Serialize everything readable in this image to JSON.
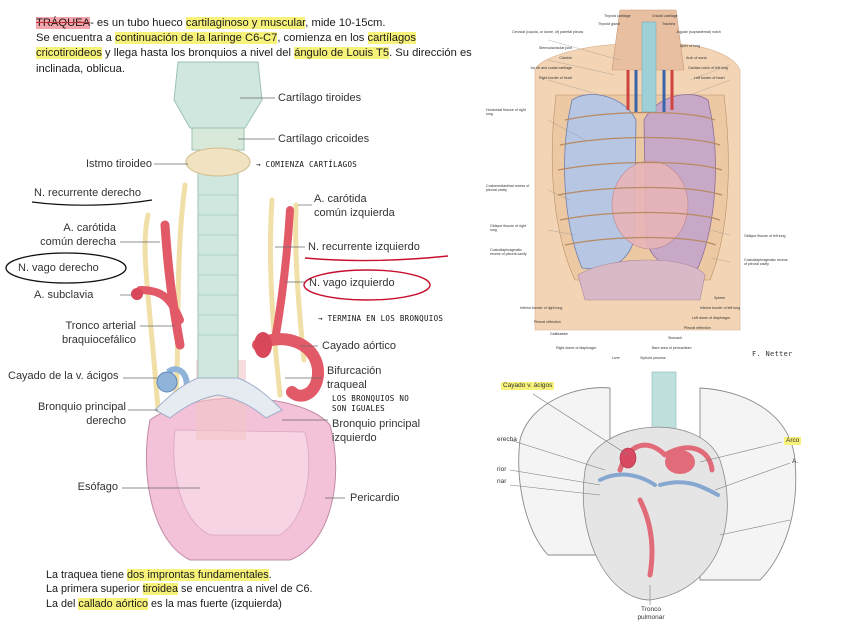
{
  "intro": {
    "term": "TRÁQUEA",
    "t1": "- es un tubo hueco ",
    "h1": "cartilaginoso y muscular",
    "t2": ", mide 10-15cm.",
    "t3": "Se encuentra a ",
    "h2": "continuación de la laringe C6-C7",
    "t4": ", comienza en los ",
    "h3": "cartílagos cricotiroideos",
    "t5": " y llega hasta los bronquios a nivel del ",
    "h4": "ángulo de Louis T5",
    "t6": ". Su dirección es inclinada, oblicua."
  },
  "labels": {
    "cartilago_tiroides": "Cartílago tiroides",
    "cartilago_cricoides": "Cartílago cricoides",
    "istmo_tiroideo": "Istmo tiroideo",
    "n_recurrente_derecho": "N. recurrente derecho",
    "carotida_derecha_1": "A. carótida",
    "carotida_derecha_2": "común derecha",
    "n_vago_derecho": "N. vago derecho",
    "a_subclavia": "A. subclavia",
    "tronco_arterial_1": "Tronco arterial",
    "tronco_arterial_2": "braquiocefálico",
    "cayado_vena_acigos": "Cayado de la v. ácigos",
    "bronquio_derecho_1": "Bronquio principal",
    "bronquio_derecho_2": "derecho",
    "esofago": "Esófago",
    "carotida_izquierda_1": "A. carótida",
    "carotida_izquierda_2": "común izquierda",
    "n_recurrente_izquierdo": "N. recurrente izquierdo",
    "n_vago_izquierdo": "N. vago izquierdo",
    "cayado_aortico": "Cayado aórtico",
    "bifurcacion_1": "Bifurcación",
    "bifurcacion_2": "traqueal",
    "bronquio_izquierdo_1": "Bronquio principal",
    "bronquio_izquierdo_2": "izquierdo",
    "pericardio": "Pericardio"
  },
  "handwritten": {
    "comienza": "→ COMIENZA CARTÍLAGOS",
    "termina": "→ TERMINA EN LOS BRONQUIOS",
    "bronquios_1": "LOS BRONQUIOS NO",
    "bronquios_2": "SON IGUALES",
    "signature": "F. Netter"
  },
  "outro": {
    "l1a": "La traquea tiene ",
    "l1h": "dos improntas fundamentales",
    "l1b": ".",
    "l2a": "La primera superior ",
    "l2h": "tiroidea",
    "l2b": " se encuentra a nivel de C6.",
    "l3a": "La del ",
    "l3h": "callado aórtico",
    "l3b": " es la mas fuerte (izquierda)"
  },
  "netter": {
    "top": [
      "Thyroid cartilage",
      "Cricoid cartilage",
      "Thyroid gland",
      "Trachea",
      "Jugular (suprasternal) notch",
      "Apex of lung",
      "Arch of aorta",
      "Cardiac notch of left lung",
      "Left border of heart"
    ],
    "left_upper": [
      "Cervical (cupula, or dome, of) parietal pleura",
      "Sternoclavicular joint",
      "Clavicle",
      "1st rib and costal cartilage",
      "Right border of heart"
    ],
    "left_mid": [
      "Horizontal fissure of right lung",
      "Costomediastinal recess of pleural cavity",
      "Oblique fissure of right lung",
      "Costodiaphragmatic recess of pleural cavity"
    ],
    "right_mid": [
      "Oblique fissure of left lung",
      "Costodiaphragmatic recess of pleural cavity"
    ],
    "bottom": [
      "Inferior border of right lung",
      "Pleural reflection",
      "Gallbladder",
      "Right dome of diaphragm",
      "Liver",
      "Xiphoid process",
      "Bare area of pericardium",
      "Stomach",
      "Pleural reflection",
      "Left dome of diaphragm",
      "Inferior border of left lung",
      "Spleen"
    ]
  },
  "lower_right": {
    "cayado_acigos": "Cayado v. ácigos",
    "left_1": "erecha",
    "left_2": "rior",
    "left_3": "nar",
    "right_1": "Arco",
    "right_2": "A.",
    "tronco_1": "Tronco",
    "tronco_2": "pulmonar"
  },
  "colors": {
    "highlight": "#f7f27a",
    "red_ink": "#c8102e",
    "trachea": "#cfe7df",
    "artery": "#e25a68",
    "nerve": "#f1dfa8",
    "pericardium": "#f3c1d8",
    "vein": "#8fb3d9"
  }
}
